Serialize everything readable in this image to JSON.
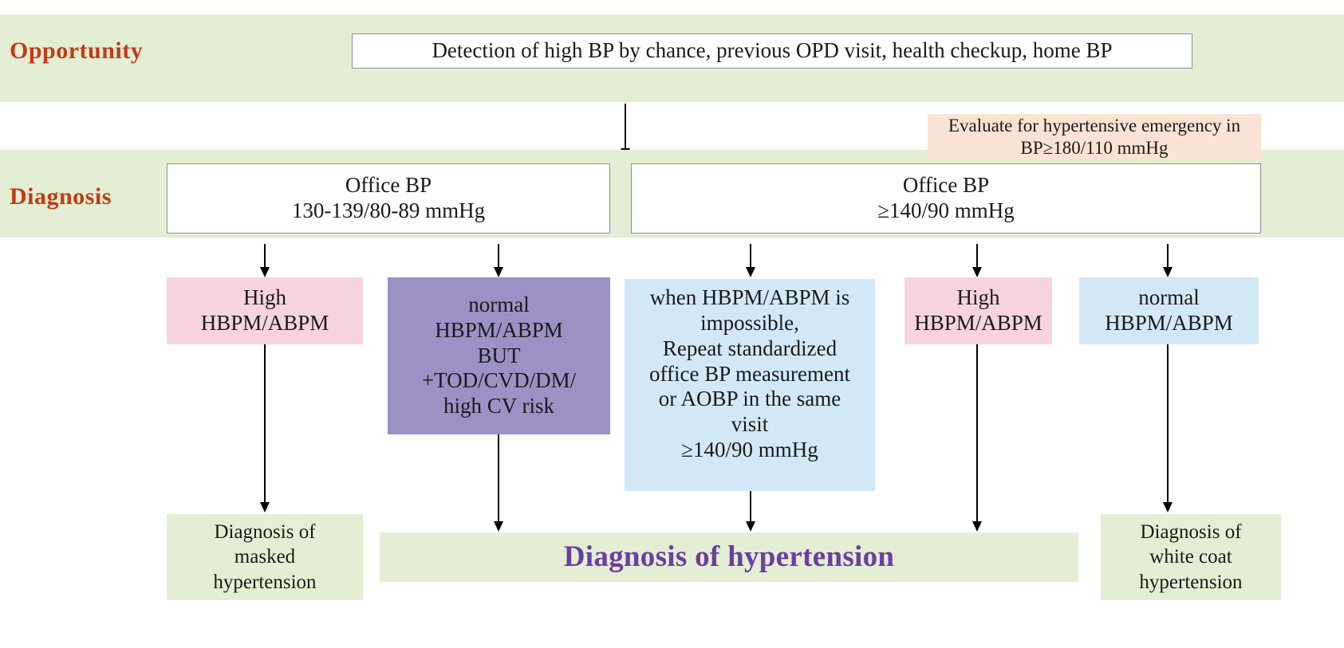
{
  "diagram": {
    "title": "Hypertension diagnosis flowchart",
    "colors": {
      "band_green": "#e3eed4",
      "label_orange": "#c03c15",
      "pink": "#f7d3e0",
      "purple": "#9d90c5",
      "blue": "#d3e8f7",
      "peach": "#fae3d4",
      "result_purple": "#6b3fa0"
    }
  },
  "stages": {
    "opportunity_label": "Opportunity",
    "diagnosis_label": "Diagnosis"
  },
  "nodes": {
    "opportunity_box": "Detection of high BP by chance, previous OPD visit, health checkup, home BP",
    "emergency_box": "Evaluate for hypertensive emergency in\nBP≥180/110 mmHg",
    "office_bp_left": "Office BP\n130-139/80-89 mmHg",
    "office_bp_right": "Office BP\n≥140/90 mmHg",
    "high_hbpm_left": "High\nHBPM/ABPM",
    "normal_hbpm_tod": "normal\nHBPM/ABPM\nBUT\n+TOD/CVD/DM/\nhigh CV risk",
    "repeat_office_bp": "when HBPM/ABPM is\nimpossible,\nRepeat standardized\noffice BP measurement\nor AOBP in the same\nvisit\n≥140/90 mmHg",
    "high_hbpm_right": "High\nHBPM/ABPM",
    "normal_hbpm_right": "normal\nHBPM/ABPM",
    "masked_hypertension": "Diagnosis of\nmasked\nhypertension",
    "diagnosis_hypertension": "Diagnosis of hypertension",
    "white_coat_hypertension": "Diagnosis of\nwhite coat\nhypertension"
  }
}
